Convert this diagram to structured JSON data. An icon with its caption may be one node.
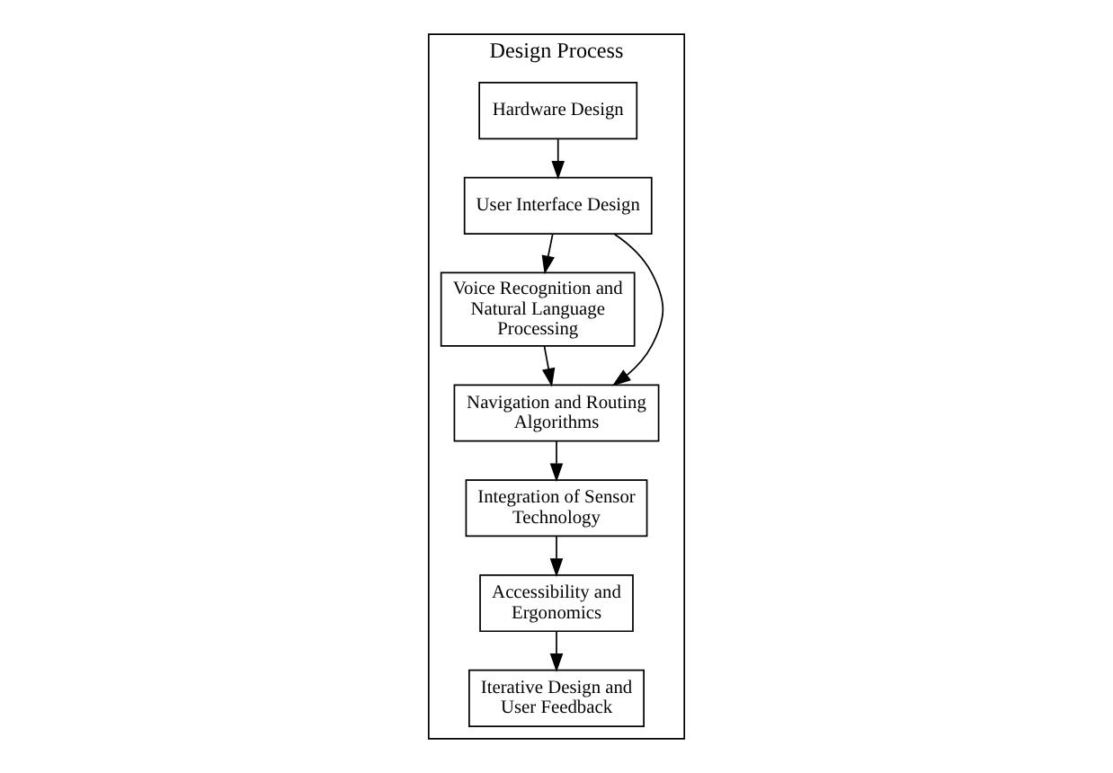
{
  "diagram": {
    "nodes": [
      {
        "text": [
          "Design Process"
        ]
      },
      {
        "text": [
          "Hardware Design"
        ],
        "in": 0
      },
      {
        "text": [
          "User Interface Design"
        ],
        "in": 0
      },
      {
        "text": [
          "Voice Recognition and Natural Language Processing"
        ],
        "in": 0
      },
      {
        "text": [
          "Navigation and Routing Algorithms"
        ],
        "in": 0
      },
      {
        "text": [
          "Integration of Sensor Technology"
        ],
        "in": 0
      },
      {
        "text": [
          "Accessibility and Ergonomics"
        ],
        "in": 0
      },
      {
        "text": [
          "Iterative Design and User Feedback"
        ],
        "in": 0
      }
    ],
    "edges": [
      {
        "from": 1,
        "to": 2,
        "arrow": "to"
      },
      {
        "from": 2,
        "to": 3,
        "arrow": "to"
      },
      {
        "from": 2,
        "to": 4,
        "arrow": "to"
      },
      {
        "from": 3,
        "to": 4,
        "arrow": "to"
      },
      {
        "from": 4,
        "to": 5,
        "arrow": "to"
      },
      {
        "from": 5,
        "to": 6,
        "arrow": "to"
      },
      {
        "from": 6,
        "to": 7,
        "arrow": "to"
      }
    ]
  }
}
